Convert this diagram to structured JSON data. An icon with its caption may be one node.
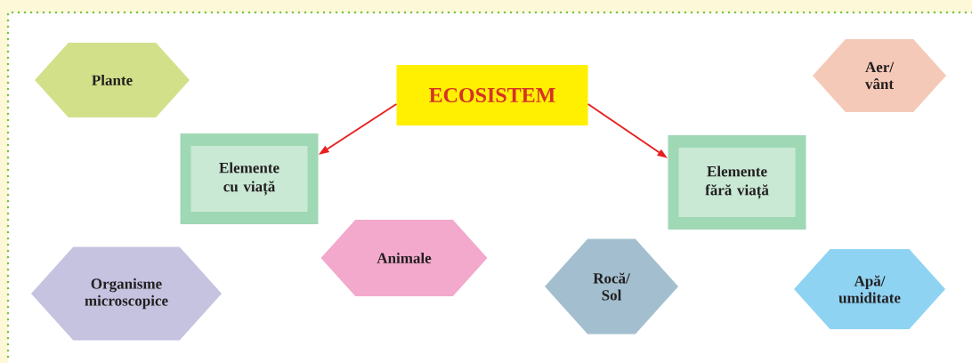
{
  "diagram": {
    "nodes": [
      {
        "text": [
          "Plante"
        ]
      },
      {
        "text": [
          "ECOSISTEM"
        ]
      },
      {
        "text": [
          "Aer/ vânt"
        ]
      },
      {
        "text": [
          "Elemente cu viață"
        ]
      },
      {
        "text": [
          "Elemente fără viață"
        ]
      },
      {
        "text": [
          "Animale"
        ]
      },
      {
        "text": [
          "Organisme microscopice"
        ]
      },
      {
        "text": [
          "Rocă/ Sol"
        ]
      },
      {
        "text": [
          "Apă/ umiditate"
        ]
      }
    ],
    "edges": [
      {
        "from": 1,
        "to": 3,
        "arrow": "to"
      },
      {
        "from": 1,
        "to": 4,
        "arrow": "to"
      }
    ]
  }
}
